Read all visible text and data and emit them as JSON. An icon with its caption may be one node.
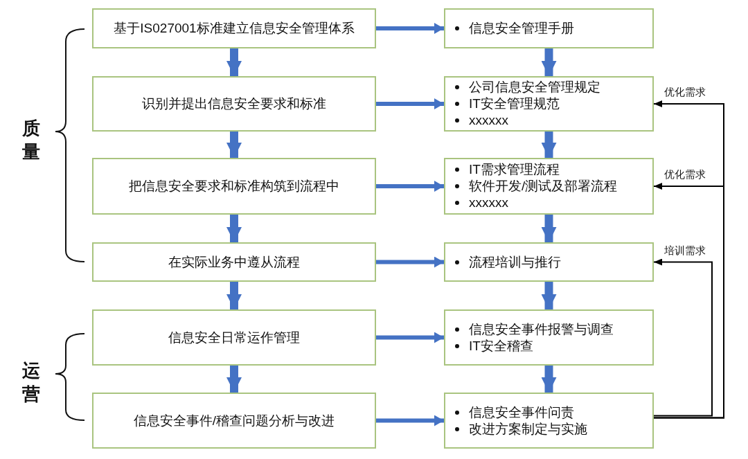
{
  "diagram": {
    "nodes": [
      {
        "text": [
          "基于IS027001标准建立信息安全管理体系"
        ]
      },
      {
        "text": [
          "识别并提出信息安全要求和标准"
        ]
      },
      {
        "text": [
          "把信息安全要求和标准构筑到流程中"
        ]
      },
      {
        "text": [
          "在实际业务中遵从流程"
        ]
      },
      {
        "text": [
          "信息安全日常运作管理"
        ]
      },
      {
        "text": [
          "信息安全事件/稽查问题分析与改进"
        ]
      },
      {
        "text": [
          "信息安全管理手册"
        ]
      },
      {
        "text": [
          "公司信息安全管理规定",
          "IT安全管理规范",
          "xxxxxx"
        ]
      },
      {
        "text": [
          "IT需求管理流程",
          "软件开发/测试及部署流程",
          "xxxxxx"
        ]
      },
      {
        "text": [
          "流程培训与推行"
        ]
      },
      {
        "text": [
          "信息安全事件报警与调查",
          "IT安全稽查"
        ]
      },
      {
        "text": [
          "信息安全事件问责",
          "改进方案制定与实施"
        ]
      }
    ],
    "edges": [
      {
        "from": 0,
        "to": 1,
        "arrow": "to"
      },
      {
        "from": 1,
        "to": 2,
        "arrow": "to"
      },
      {
        "from": 2,
        "to": 3,
        "arrow": "to"
      },
      {
        "from": 3,
        "to": 4,
        "arrow": "to"
      },
      {
        "from": 4,
        "to": 5,
        "arrow": "to"
      },
      {
        "from": 0,
        "to": 6,
        "arrow": "to"
      },
      {
        "from": 1,
        "to": 7,
        "arrow": "to"
      },
      {
        "from": 2,
        "to": 8,
        "arrow": "to"
      },
      {
        "from": 3,
        "to": 9,
        "arrow": "to"
      },
      {
        "from": 4,
        "to": 10,
        "arrow": "to"
      },
      {
        "from": 5,
        "to": 11,
        "arrow": "to"
      },
      {
        "from": 6,
        "to": 7,
        "arrow": "to"
      },
      {
        "from": 7,
        "to": 8,
        "arrow": "to"
      },
      {
        "from": 8,
        "to": 9,
        "arrow": "to"
      },
      {
        "from": 9,
        "to": 10,
        "arrow": "to"
      },
      {
        "from": 10,
        "to": 11,
        "arrow": "to"
      },
      {
        "from": 11,
        "to": 7,
        "arrow": "to",
        "label": "优化需求",
        "color": "#000000"
      },
      {
        "from": 11,
        "to": 8,
        "arrow": "to",
        "label": "优化需求",
        "color": "#000000"
      },
      {
        "from": 11,
        "to": 9,
        "arrow": "to",
        "label": "培训需求",
        "color": "#000000"
      }
    ],
    "labels": [
      "质量",
      "运营"
    ]
  }
}
